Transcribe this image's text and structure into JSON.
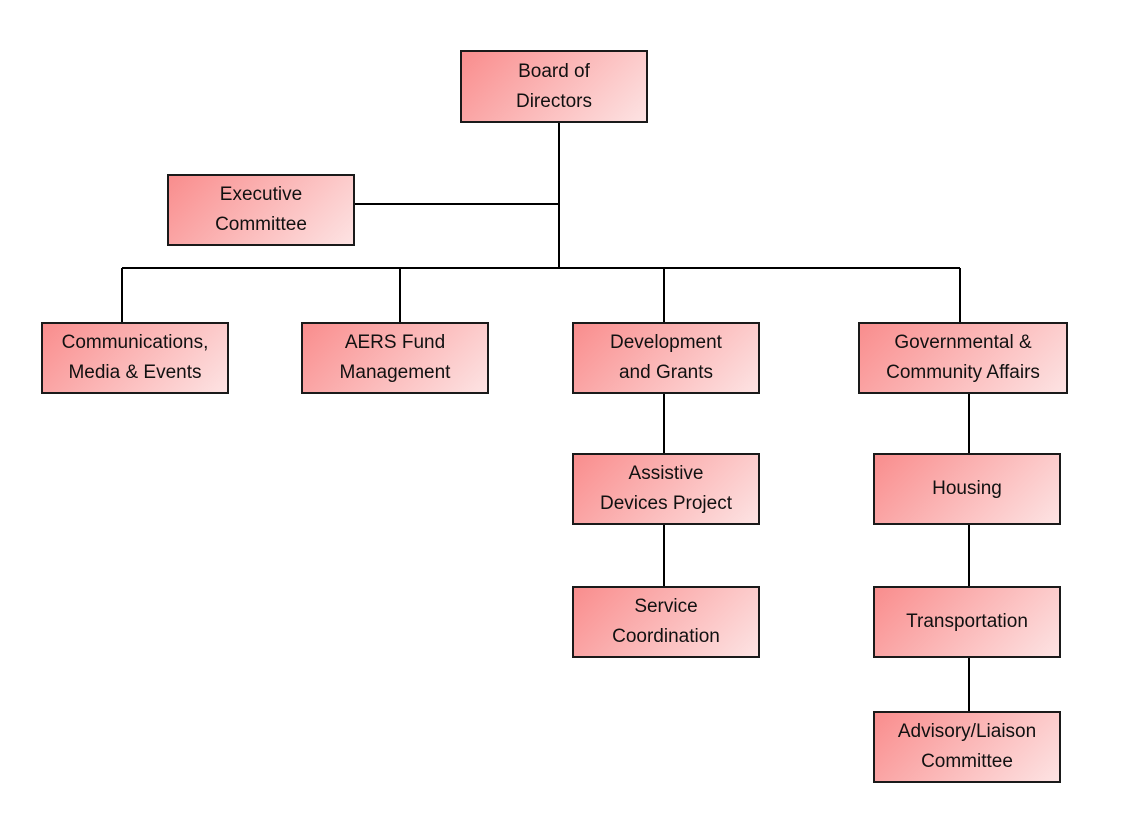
{
  "org_chart": {
    "nodes": {
      "board": "Board of\nDirectors",
      "executive": "Executive\nCommittee",
      "communications": "Communications,\nMedia & Events",
      "aers": "AERS Fund\nManagement",
      "development": "Development\nand Grants",
      "governmental": "Governmental &\nCommunity Affairs",
      "assistive": "Assistive\nDevices Project",
      "service": "Service\nCoordination",
      "housing": "Housing",
      "transportation": "Transportation",
      "advisory": "Advisory/Liaison\nCommittee"
    },
    "colors": {
      "box_gradient_start": "#f98d8d",
      "box_gradient_end": "#fde3e3",
      "border": "#1a1a1a",
      "connector": "#000000"
    }
  }
}
